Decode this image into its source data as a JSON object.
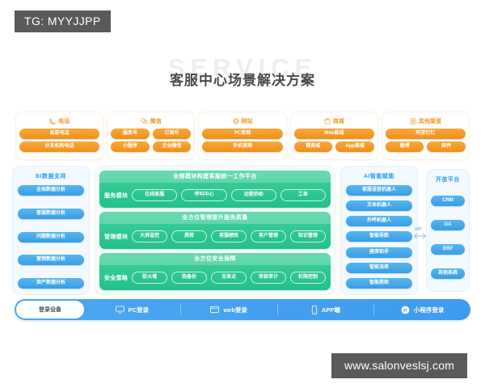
{
  "watermarks": {
    "tg": "TG: MYYJJPP",
    "url": "www.salonveslsj.com"
  },
  "header": {
    "ghost_text": "SERVICE",
    "title": "客服中心场景解决方案"
  },
  "channels": [
    {
      "icon": "phone-icon",
      "title": "电话",
      "rows": [
        [
          "总部电话"
        ],
        [
          "分支机构电话"
        ]
      ]
    },
    {
      "icon": "wechat-icon",
      "title": "微信",
      "rows": [
        [
          "服务号",
          "订阅号"
        ],
        [
          "小程序",
          "企业微信"
        ]
      ]
    },
    {
      "icon": "website-icon",
      "title": "网站",
      "rows": [
        [
          "PC官网"
        ],
        [
          "手机官网"
        ]
      ]
    },
    {
      "icon": "mall-icon",
      "title": "商城",
      "rows": [
        [
          "Web商城"
        ],
        [
          "微商城",
          "App商城"
        ]
      ]
    },
    {
      "icon": "other-channel-icon",
      "title": "其他渠道",
      "rows": [
        [
          "阿里钉钉"
        ],
        [
          "微博",
          "邮件"
        ]
      ]
    }
  ],
  "bi_panel": {
    "title": "BI数据支持",
    "items": [
      "全局数据分析",
      "客服数据分析",
      "问题数据分析",
      "营销数据分析",
      "资产数据分析"
    ]
  },
  "center": {
    "blocks": [
      {
        "head": "全部模块构建客服统一工作平台",
        "label": "服务模块",
        "items": [
          "在线客服",
          "呼叫中心",
          "远程协助",
          "工单"
        ]
      },
      {
        "head": "全方位管理提升服务质量",
        "label": "管理模块",
        "items": [
          "大屏监控",
          "质检",
          "客服绩效",
          "客户管理",
          "知识管理"
        ]
      },
      {
        "head": "全方位安全保障",
        "label": "安全策略",
        "items": [
          "防火墙",
          "热备份",
          "无单点",
          "审核审计",
          "权限控制"
        ]
      }
    ]
  },
  "ai_panel": {
    "title": "AI智能赋能",
    "items": [
      "客服语音机器人",
      "文本机器人",
      "外呼机器人",
      "智能导航",
      "座席助手",
      "智能派单",
      "智能质检"
    ]
  },
  "open_platform": {
    "title": "开放平台",
    "items": [
      "CRM",
      "OA",
      "ERP",
      "其他系统"
    ],
    "connector_label": "API"
  },
  "login_bar": {
    "label": "登录设备",
    "items": [
      {
        "icon": "monitor-icon",
        "label": "PC登录"
      },
      {
        "icon": "browser-icon",
        "label": "web登录"
      },
      {
        "icon": "mobile-icon",
        "label": "APP端"
      },
      {
        "icon": "miniprogram-icon",
        "label": "小程序登录"
      }
    ]
  },
  "colors": {
    "orange": "#ef8f1d",
    "blue": "#3a9de4",
    "green": "#23c08b",
    "login_blue": "#4aa8f0"
  }
}
